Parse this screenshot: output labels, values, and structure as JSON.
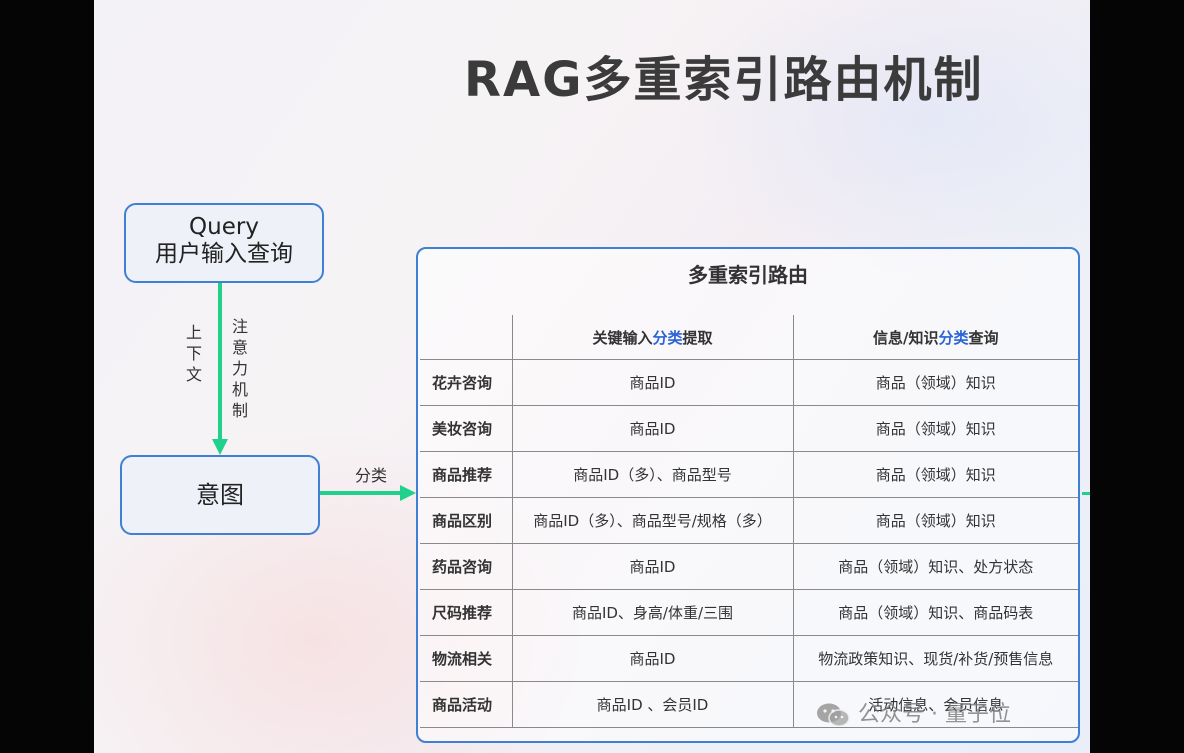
{
  "title": "RAG多重索引路由机制",
  "colors": {
    "accent_blue": "#3f7fd4",
    "arrow_green": "#1fd18a",
    "highlight_blue": "#2a63d6"
  },
  "query_node": {
    "line1": "Query",
    "line2": "用户输入查询"
  },
  "intent_node": {
    "label": "意图"
  },
  "edge_labels": {
    "context": [
      "上",
      "下",
      "文"
    ],
    "attention": [
      "注",
      "意",
      "力",
      "机",
      "制"
    ],
    "classify": "分类"
  },
  "panel": {
    "title": "多重索引路由",
    "header": {
      "col1_pre": "关键输入",
      "col1_hl": "分类",
      "col1_post": "提取",
      "col2_pre": "信息/知识",
      "col2_hl": "分类",
      "col2_post": "查询"
    },
    "rows": [
      {
        "category": "花卉咨询",
        "input": "商品ID",
        "query": "商品（领域）知识"
      },
      {
        "category": "美妆咨询",
        "input": "商品ID",
        "query": "商品（领域）知识"
      },
      {
        "category": "商品推荐",
        "input": "商品ID（多）、商品型号",
        "query": "商品（领域）知识"
      },
      {
        "category": "商品区别",
        "input": "商品ID（多）、商品型号/规格（多）",
        "query": "商品（领域）知识"
      },
      {
        "category": "药品咨询",
        "input": "商品ID",
        "query": "商品（领域）知识、处方状态"
      },
      {
        "category": "尺码推荐",
        "input": "商品ID、身高/体重/三围",
        "query": "商品（领域）知识、商品码表"
      },
      {
        "category": "物流相关",
        "input": "商品ID",
        "query": "物流政策知识、现货/补货/预售信息"
      },
      {
        "category": "商品活动",
        "input": "商品ID 、会员ID",
        "query": "活动信息、会员信息"
      }
    ]
  },
  "watermark": {
    "icon": "wechat-icon",
    "text": "公众号 · 量子位"
  }
}
